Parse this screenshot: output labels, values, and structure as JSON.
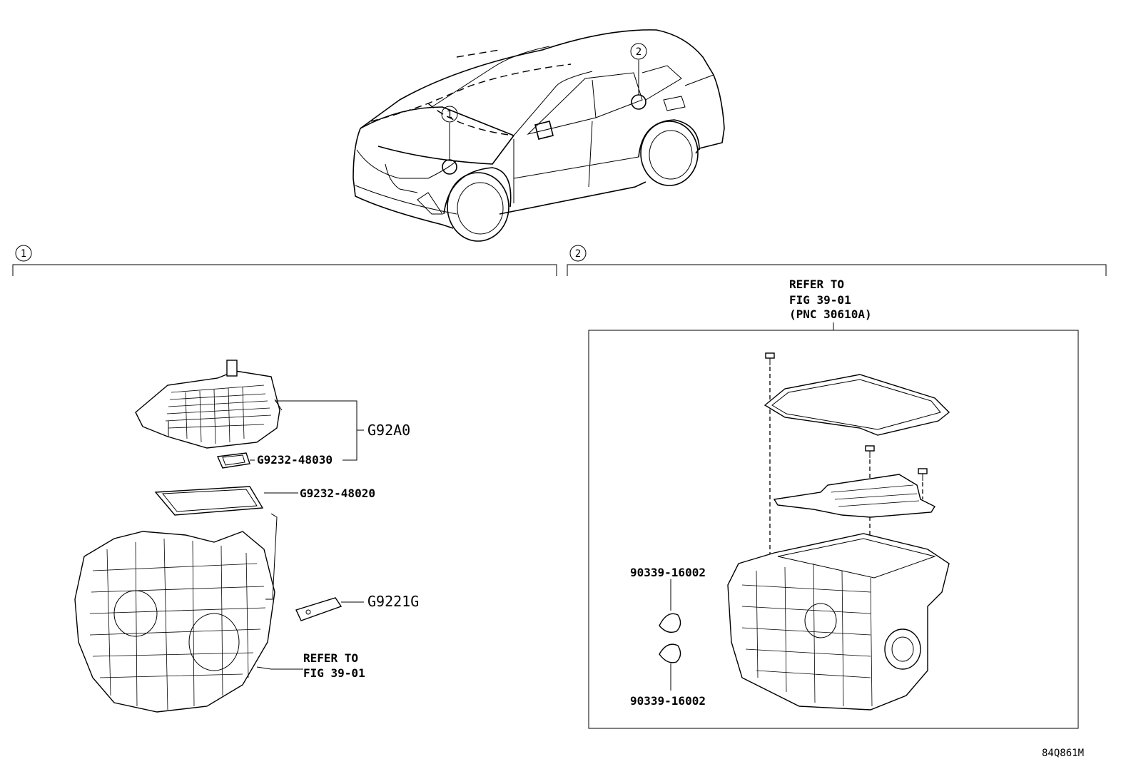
{
  "callouts": {
    "one": "1",
    "two": "2"
  },
  "section_left": {
    "marker": "1",
    "parts": {
      "g92a0": "G92A0",
      "g9232_48030": "G9232-48030",
      "g9232_48020": "G9232-48020",
      "g9221g": "G9221G"
    },
    "refer_line1": "REFER TO",
    "refer_line2": "FIG 39-01"
  },
  "section_right": {
    "marker": "2",
    "refer_line1": "REFER TO",
    "refer_line2": "FIG 39-01",
    "refer_line3": "(PNC 30610A)",
    "plug_top": "90339-16002",
    "plug_bottom": "90339-16002"
  },
  "figure_id": "84Q861M"
}
